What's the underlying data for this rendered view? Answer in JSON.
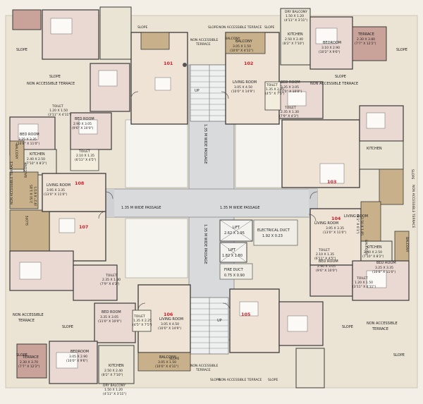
{
  "colors": {
    "background": "#f3efe6",
    "passage": "#d8dadb",
    "living": "#efe3d6",
    "bedroom": "#ead8d2",
    "terrace": "#c9a39a",
    "balcony": "#c8b08a",
    "toilet": "#f2eddc",
    "kitchen": "#e9e4d4",
    "wall": "#3a3a3a"
  },
  "labels": {
    "slope": "SLOPE",
    "nat": "NON ACCESSIBLE TERRACE",
    "non_accessible": "NON ACCESSIBLE",
    "terrace_word": "TERRACE",
    "up": "UP",
    "passage": "1.35 M WIDE PASSAGE"
  },
  "units": {
    "u101": "101",
    "u102": "102",
    "u103": "103",
    "u104": "104",
    "u105": "105",
    "u106": "106",
    "u107": "107",
    "u108": "108"
  },
  "rooms": {
    "bedroom": "BEDROOM",
    "bed_room": "BED ROOM",
    "kitchen": "KITCHEN",
    "toilet": "TOILET",
    "balcony": "BALCONY",
    "terrace": "TERRACE",
    "living_room": "LIVING ROOM",
    "dry_balcony": "DRY BALCONY"
  },
  "dims": {
    "d250x240": "2.50 X 2.40",
    "d8_2x7_10": "(8'2\" X 7'10\")",
    "d310x290": "3.10 X 2.90",
    "d10_2x9_6": "(10'2\" X 9'6\")",
    "d230x380": "2.30 X 3.80",
    "d7_7x12_2": "(7'7\" X 12'2\")",
    "d230x370": "2.30 X 3.70",
    "d305x290": "3.05 X 2.90",
    "d10_0x9_6": "(10'0\" X 9'6\")",
    "d305x150": "3.05 X 1.50",
    "d10_0x4_11": "(10'0\" X 4'11\")",
    "d305x450": "3.05 X 4.50",
    "d10_0x14_9": "(10'0\" X 14'9\")",
    "d135x225": "1.35 X 2.25",
    "d4_5x7_5": "(4'5\" X 7'5\")",
    "d335x305": "3.35 X 3.05",
    "d11_0x10_0": "(11'0\" X 10'0\")",
    "d235x130": "2.35 X 1.30",
    "d7_9x4_3": "(7'9\" X 4'3\")",
    "d235x130b": "2.35 X 1.30",
    "d325x335": "3.25 X 3.35",
    "d10_8x11_0": "(10'8\" X 11'0\")",
    "d290x305": "2.90 X 3.05",
    "d9_6x10_0": "(9'6\" X 10'0\")",
    "d210x135": "2.10 X 1.35",
    "d6_11x4_5": "(6'11\" X 4'5\")",
    "d240x250": "2.40 X 2.50",
    "d7_10x8_2": "(7'10\" X 8'2\")",
    "d250x185": "2.50 X 1.85",
    "d8_2x6_1": "(8'2\" X 6'1\")",
    "d395x335": "3.95 X 3.35",
    "d13_0x11_0": "(13'0\" X 11'0\")",
    "d120x150": "1.20 X 1.50",
    "d3_11x4_11": "(3'11\" X 4'11\")",
    "d150x120": "1.50 X 1.20",
    "d4_11x3_11": "(4'11\" X 3'11\")"
  },
  "core": {
    "lift_label": "LIFT",
    "lift1_dim": "2.62 X 1.95",
    "lift2_dim": "1.82 X 1.80",
    "duct_label": "ELECTRICAL DUCT",
    "duct_dim": "1.92 X 0.23",
    "fire_label": "FIRE DUCT",
    "fire_dim": "0.75 X 0.90"
  }
}
